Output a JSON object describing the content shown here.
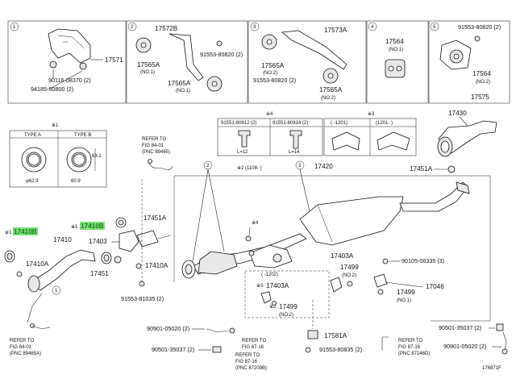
{
  "top_boxes": {
    "b1": {
      "num": "1",
      "parts": [
        "17571",
        "90116-08370 (2)",
        "94185-60800 (2)"
      ]
    },
    "b2": {
      "num": "2",
      "parts": [
        "17572B",
        "17565A",
        "(NO.1)",
        "91553-80820 (2)",
        "17565A",
        "(NO.1)"
      ]
    },
    "b3": {
      "num": "3",
      "parts": [
        "17573A",
        "17565A",
        "(NO.2)",
        "91553-80820 (2)",
        "17565A",
        "(NO.2)"
      ]
    },
    "b4": {
      "num": "4",
      "parts": [
        "17564",
        "(NO.1)"
      ]
    },
    "b5": {
      "num": "5",
      "parts": [
        "91553-80820 (2)",
        "17564",
        "(NO.2)",
        "17575"
      ]
    }
  },
  "gasket_table": {
    "note": "※1",
    "type_a": "TYPE A",
    "type_b": "TYPE B",
    "dim_a": "φ62.9",
    "dim_b": "60.9",
    "dim_h": "63.1"
  },
  "bolt_table": {
    "note": "※4",
    "left_pn": "91551-80812 (2)",
    "right_pn": "91551-80814 (2)",
    "left_len": "L=12",
    "right_len": "L=14"
  },
  "bracket_table": {
    "note": "※3",
    "left_range": "(  -1201)",
    "right_range": "(1201-  )"
  },
  "refer_top": [
    "REFER TO",
    "FIG 84-01",
    "(PNC 89465)"
  ],
  "refer_bl": [
    "REFER TO",
    "FIG 84-01",
    "(PNC 89465A)"
  ],
  "refer_b1": [
    "REFER TO",
    "FIG 87-16"
  ],
  "refer_b2": [
    "REFER TO",
    "FIG 87-16",
    "(PNC 87209B)"
  ],
  "refer_br": [
    "REFER TO",
    "FIG 87-16",
    "(PNC 87246D)"
  ],
  "labels": {
    "p17430": "17430",
    "p17420": "17420",
    "p17451a_r": "17451A",
    "range_note": "※2 (1108-    )",
    "c2": "2",
    "c3": "3",
    "p17410b_l": "17410B",
    "p17410b_l_prefix": "※1",
    "p17410b_m": "17410B",
    "p17410b_m_prefix": "※1",
    "p17410": "17410",
    "p17410a_l": "17410A",
    "p17403": "17403",
    "p17451a_m": "17451A",
    "p17451": "17451",
    "p17410a_m": "17410A",
    "p91553_81035": "91553-81035 (2)",
    "note4": "※4",
    "c1": "1",
    "range_1202": "(  -1202)",
    "p17403a_note": "※3",
    "p17403a": "17403A",
    "p17499_note": "※2",
    "p17499_c": "17499",
    "p17499_c_no": "(NO.2)",
    "p17403a_r": "17403A",
    "p17499_r": "17499",
    "p17499_r_sub": "(NO.2)",
    "p90105": "90105-06335 (3)",
    "p17046": "17046",
    "p17499_r2": "17499",
    "p17499_r2_no": "(NO.1)",
    "p90901_a": "90901-05020 (2)",
    "p90501_a": "90501-35037 (2)",
    "p17581a": "17581A",
    "p91553_80835": "91553-80835 (2)",
    "p90501_b": "90501-35037 (2)",
    "p90901_b": "90901-05020 (2)",
    "fig_id": "176871F"
  }
}
